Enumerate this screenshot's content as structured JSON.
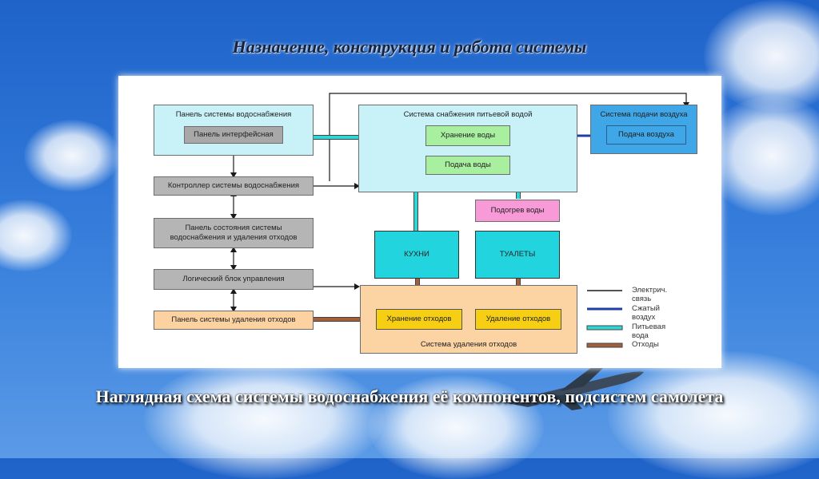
{
  "slide": {
    "title": "Назначение, конструкция и работа системы",
    "caption": "Наглядная схема системы водоснабжения её компонентов, подсистем самолета"
  },
  "diagram": {
    "panel_water_supply": "Панель системы водоснабжения",
    "panel_interface": "Панель интерфейсная",
    "controller": "Контроллер системы водоснабжения",
    "status_panel": "Панель состояния системы водоснабжения и удаления отходов",
    "logic_unit": "Логический блок управления",
    "waste_panel": "Панель системы удаления отходов",
    "potable_system": "Система снабжения питьевой водой",
    "water_storage": "Хранение воды",
    "water_supply": "Подача воды",
    "air_system": "Система подачи воздуха",
    "air_supply": "Подача воздуха",
    "water_heating": "Подогрев воды",
    "kitchens": "КУХНИ",
    "toilets": "ТУАЛЕТЫ",
    "waste_system": "Система удаления отходов",
    "waste_storage": "Хранение отходов",
    "waste_removal": "Удаление отходов"
  },
  "legend": [
    {
      "label": "Электрич. связь",
      "color": "#1a1a1a"
    },
    {
      "label": "Сжатый воздух",
      "color": "#1f3fa8"
    },
    {
      "label": "Питьевая вода",
      "color": "#2fd6d6"
    },
    {
      "label": "Отходы",
      "color": "#9a5a3a"
    }
  ]
}
